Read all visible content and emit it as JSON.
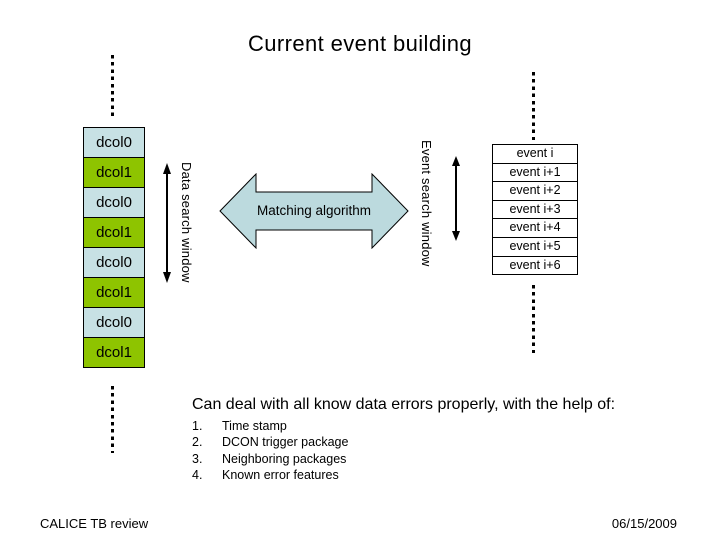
{
  "title": "Current event building",
  "left_column": {
    "cells": [
      {
        "label": "dcol0",
        "variant": "blue"
      },
      {
        "label": "dcol1",
        "variant": "green"
      },
      {
        "label": "dcol0",
        "variant": "blue"
      },
      {
        "label": "dcol1",
        "variant": "green"
      },
      {
        "label": "dcol0",
        "variant": "blue"
      },
      {
        "label": "dcol1",
        "variant": "green"
      },
      {
        "label": "dcol0",
        "variant": "blue"
      },
      {
        "label": "dcol1",
        "variant": "green"
      }
    ]
  },
  "labels": {
    "data_search_window": "Data search window",
    "matching_algorithm": "Matching algorithm",
    "event_search_window": "Event search window"
  },
  "event_table": {
    "rows": [
      "event i",
      "event i+1",
      "event i+2",
      "event i+3",
      "event i+4",
      "event i+5",
      "event i+6"
    ]
  },
  "notes": {
    "heading": "Can deal with all know data errors properly, with the help of:",
    "items": [
      {
        "num": "1.",
        "text": "Time stamp"
      },
      {
        "num": "2.",
        "text": "DCON trigger package"
      },
      {
        "num": "3.",
        "text": "Neighboring packages"
      },
      {
        "num": "4.",
        "text": "Known error features"
      }
    ]
  },
  "footer": {
    "left": "CALICE TB review",
    "right": "06/15/2009"
  },
  "colors": {
    "dcol0_fill": "#c7e1e4",
    "dcol1_fill": "#8ec400",
    "matching_arrow_fill": "#bcdade",
    "line_color": "#000000"
  }
}
